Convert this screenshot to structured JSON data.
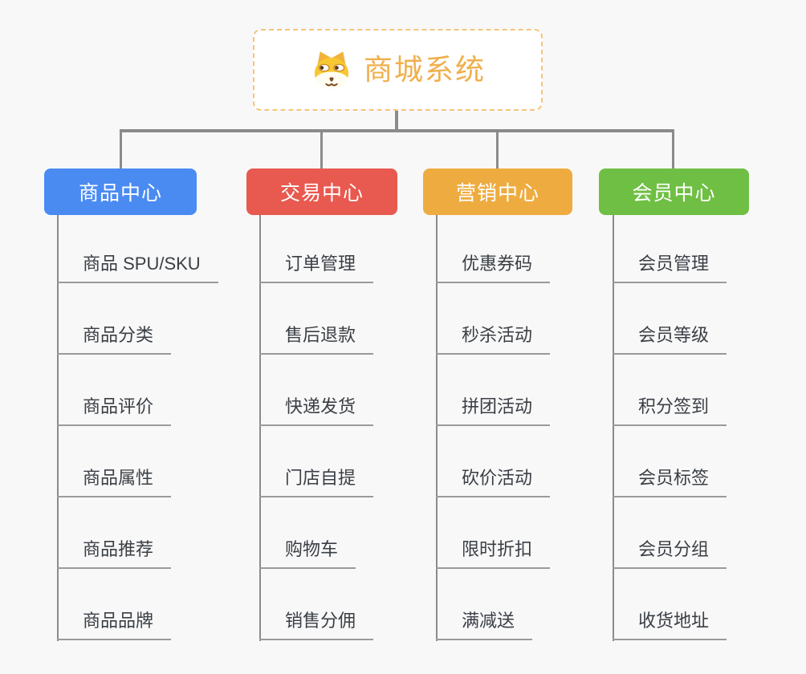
{
  "root": {
    "title": "商城系统",
    "icon": "dog-face-icon",
    "text_color": "#F0AF4C",
    "border_color": "#F5C47C"
  },
  "branches": [
    {
      "label": "商品中心",
      "color": "#4A8BF2",
      "children": [
        "商品 SPU/SKU",
        "商品分类",
        "商品评价",
        "商品属性",
        "商品推荐",
        "商品品牌"
      ]
    },
    {
      "label": "交易中心",
      "color": "#E8594F",
      "children": [
        "订单管理",
        "售后退款",
        "快递发货",
        "门店自提",
        "购物车",
        "销售分佣"
      ]
    },
    {
      "label": "营销中心",
      "color": "#EEAC40",
      "children": [
        "优惠券码",
        "秒杀活动",
        "拼团活动",
        "砍价活动",
        "限时折扣",
        "满减送"
      ]
    },
    {
      "label": "会员中心",
      "color": "#6FBF44",
      "children": [
        "会员管理",
        "会员等级",
        "积分签到",
        "会员标签",
        "会员分组",
        "收货地址"
      ]
    }
  ],
  "style_colors": {
    "background": "#F8F8F8",
    "connector": "#8B8B8B",
    "leaf_underline": "#9A9A9A",
    "leaf_text": "#3A3F45"
  }
}
